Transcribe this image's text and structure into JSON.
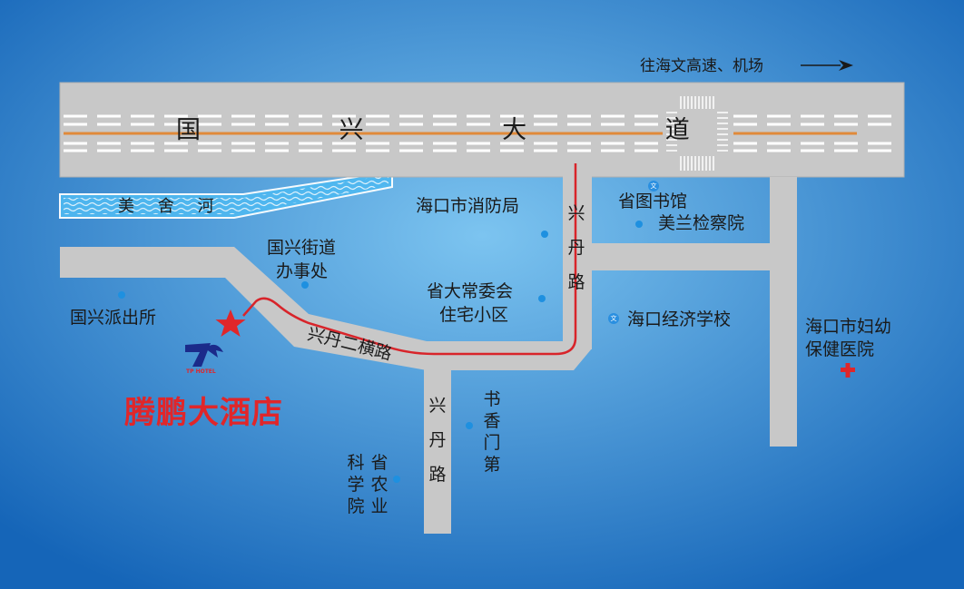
{
  "map": {
    "colors": {
      "sea_light": "#7cc4f0",
      "sea_dark": "#1565b8",
      "road": "#c8c8c8",
      "road_edge": "#b0b0b0",
      "road_center": "#e08a3a",
      "route": "#d8242a",
      "hotel": "#e0262a",
      "poi": "#1e90e0",
      "river": "#4fb8f0"
    },
    "roads": {
      "main_avenue": "国 兴 大 道",
      "xingdan_north": "兴丹路",
      "xingdan_south": "兴丹路",
      "xingdan_2nd": "兴丹二横路",
      "river": "美 舍 河"
    },
    "direction": "往海文高速、机场",
    "places": {
      "fire_bureau": "海口市消防局",
      "library": "省图书馆",
      "procuratorate": "美兰检察院",
      "subdistrict_line1": "国兴街道",
      "subdistrict_line2": "办事处",
      "police": "国兴派出所",
      "npc_line1": "省大常委会",
      "npc_line2": "住宅小区",
      "econ_school": "海口经济学校",
      "hospital_line1": "海口市妇幼",
      "hospital_line2": "保健医院",
      "shuxiang": "书香门第",
      "agri_col1": "科学院",
      "agri_col2": "省农业"
    },
    "hotel": {
      "name": "腾鹏大酒店",
      "logo_text": "TP HOTEL",
      "logo_glyph": "7"
    },
    "icons": {
      "school_glyph": "文",
      "hospital": "red-cross-icon",
      "hotel_location": "star-icon"
    }
  }
}
